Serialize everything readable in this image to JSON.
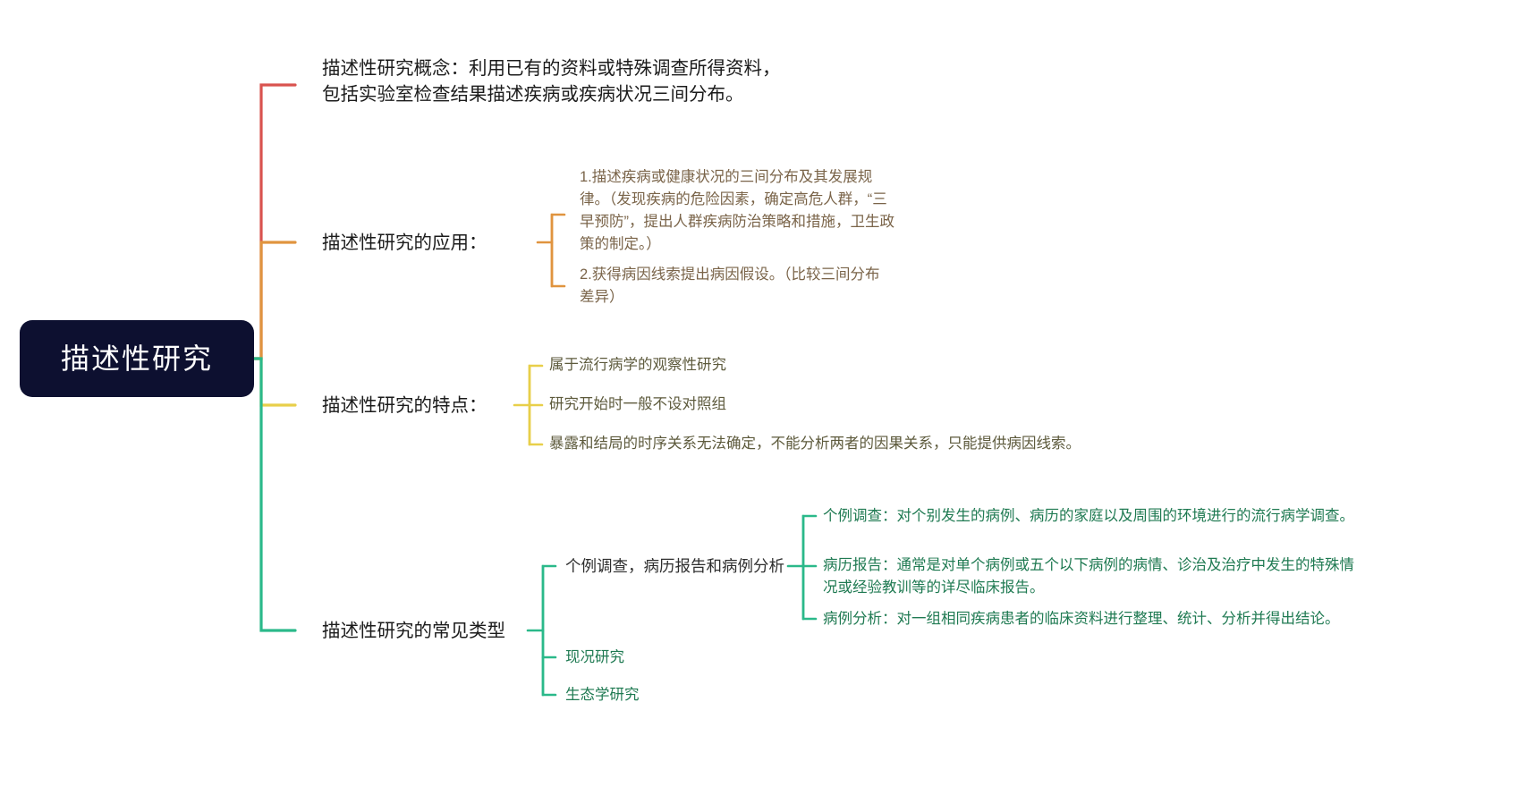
{
  "diagram": {
    "type": "mindmap",
    "title": "描述性研究",
    "background": "#ffffff",
    "root": {
      "label": "描述性研究",
      "fill": "#0d1030",
      "text_color": "#ffffff"
    },
    "branches": [
      {
        "label": "描述性研究概念：利用已有的资料或特殊调查所得资料，\n包括实验室检查结果描述疾病或疾病状况三间分布。",
        "color": "#d9534f",
        "children": []
      },
      {
        "label": "描述性研究的应用：",
        "color": "#e0943f",
        "children": [
          {
            "label": "1.描述疾病或健康状况的三间分布及其发展规\n律。（发现疾病的危险因素，确定高危人群，“三\n早预防”，提出人群疾病防治策略和措施，卫生政\n策的制定。）",
            "color": "#7a6449",
            "children": []
          },
          {
            "label": "2.获得病因线索提出病因假设。（比较三间分布\n差异）",
            "color": "#7a6449",
            "children": []
          }
        ]
      },
      {
        "label": "描述性研究的特点：",
        "color": "#e8cf4a",
        "children": [
          {
            "label": "属于流行病学的观察性研究",
            "color": "#5d5a3c",
            "children": []
          },
          {
            "label": "研究开始时一般不设对照组",
            "color": "#5d5a3c",
            "children": []
          },
          {
            "label": "暴露和结局的时序关系无法确定，不能分析两者的因果关系，只能提供病因线索。",
            "color": "#5d5a3c",
            "children": []
          }
        ]
      },
      {
        "label": "描述性研究的常见类型",
        "color": "#2bb98a",
        "children": [
          {
            "label": "个例调查，病历报告和病例分析",
            "color": "#1f7a52",
            "children": [
              {
                "label": "个例调查：对个别发生的病例、病历的家庭以及周围的环境进行的流行病学调查。",
                "color": "#1f7a52"
              },
              {
                "label": "病历报告：通常是对单个病例或五个以下病例的病情、诊治及治疗中发生的特殊情\n况或经验教训等的详尽临床报告。",
                "color": "#1f7a52"
              },
              {
                "label": "病例分析：对一组相同疾病患者的临床资料进行整理、统计、分析并得出结论。",
                "color": "#1f7a52"
              }
            ]
          },
          {
            "label": "现况研究",
            "color": "#1f7a52",
            "children": []
          },
          {
            "label": "生态学研究",
            "color": "#1f7a52",
            "children": []
          }
        ]
      }
    ]
  }
}
